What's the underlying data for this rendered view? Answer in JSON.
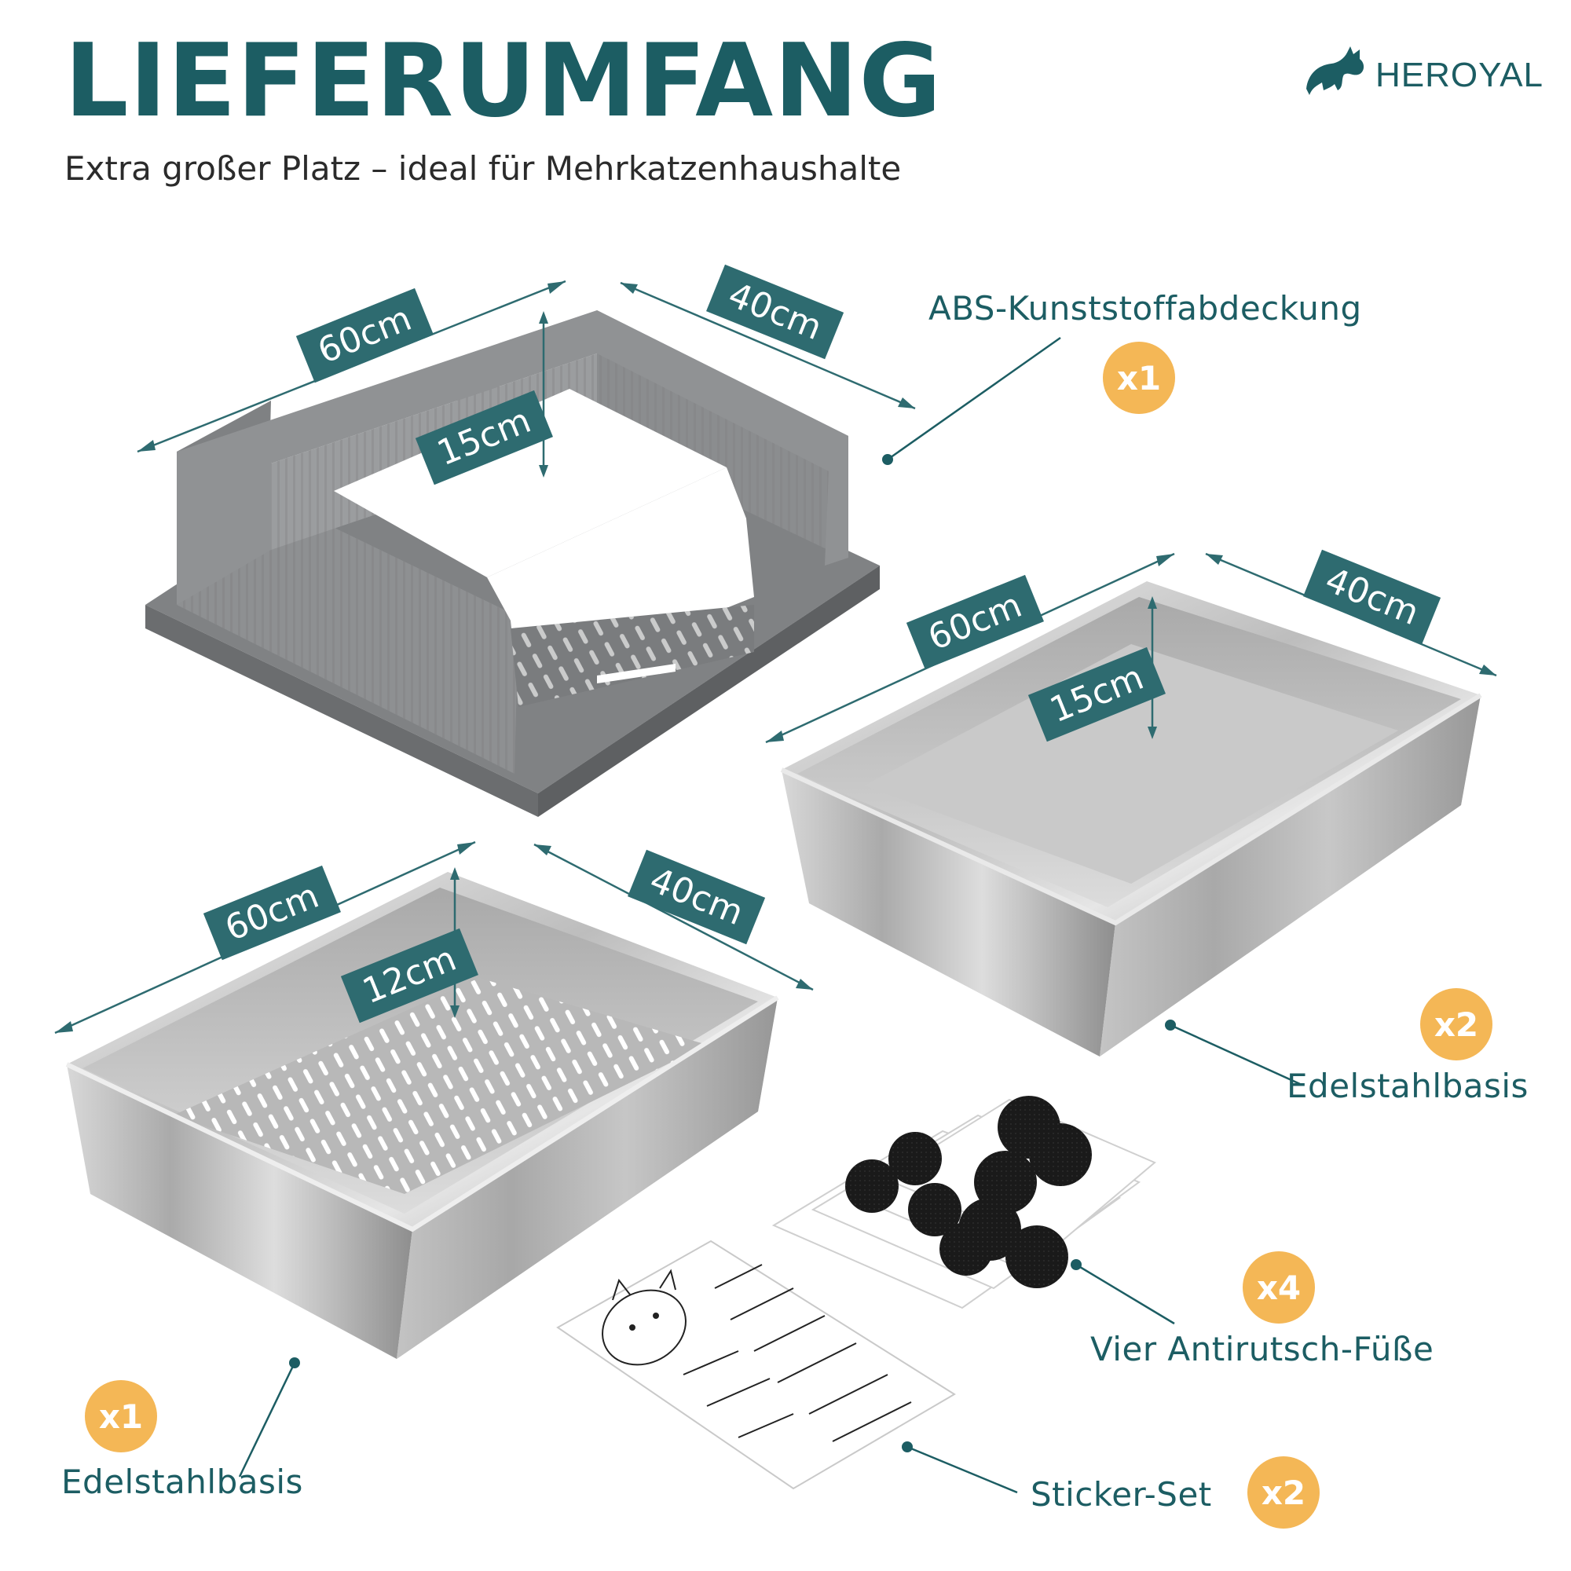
{
  "header": {
    "title": "LIEFERUMFANG",
    "subtitle": "Extra großer Platz – ideal für Mehrkatzenhaushalte"
  },
  "brand": {
    "name": "HEROYAL",
    "icon": "cat-logo-icon"
  },
  "items": {
    "cover": {
      "label": "ABS-Kunststoffabdeckung",
      "qty": "x1",
      "length": "60cm",
      "width": "40cm",
      "height": "15cm"
    },
    "base_solid": {
      "label": "Edelstahlbasis",
      "qty": "x2",
      "length": "60cm",
      "width": "40cm",
      "height": "15cm"
    },
    "base_sieve": {
      "label": "Edelstahlbasis",
      "qty": "x1",
      "length": "60cm",
      "width": "40cm",
      "height": "12cm"
    },
    "feet": {
      "label": "Vier Antirutsch-Füße",
      "qty": "x4"
    },
    "stickers": {
      "label": "Sticker-Set",
      "qty": "x2"
    }
  },
  "colors": {
    "accent": "#1c5d63",
    "badge": "#f4b756",
    "dim_label": "#2e6b70"
  }
}
